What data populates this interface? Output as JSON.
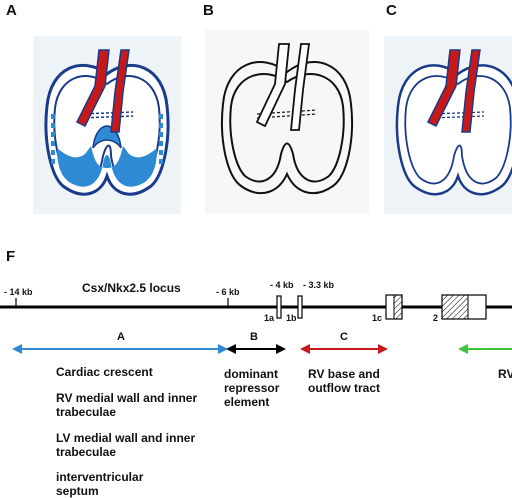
{
  "panels": {
    "a_label": "A",
    "b_label": "B",
    "c_label": "C",
    "f_label": "F"
  },
  "locus": {
    "title": "Csx/Nkx2.5 locus",
    "positions": {
      "m14": "- 14 kb",
      "m6": "- 6 kb",
      "m4": "- 4 kb",
      "m33": "- 3.3 kb"
    },
    "exons": {
      "e1a": "1a",
      "e1b": "1b",
      "e1c": "1c",
      "e2": "2"
    }
  },
  "regions": {
    "a": {
      "letter": "A",
      "items": [
        "Cardiac crescent",
        "RV medial wall and inner trabeculae",
        "LV medial wall and inner trabeculae",
        "interventricular septum"
      ]
    },
    "b": {
      "letter": "B",
      "text": "dominant repressor element"
    },
    "c": {
      "letter": "C",
      "text": "RV base and outflow tract"
    },
    "d": {
      "partial_text": "RV"
    }
  },
  "colors": {
    "blue": "#2f8ad4",
    "red": "#c61a1a",
    "black": "#000000",
    "green": "#3cc43c",
    "panel_bg": "#eef3f8"
  }
}
